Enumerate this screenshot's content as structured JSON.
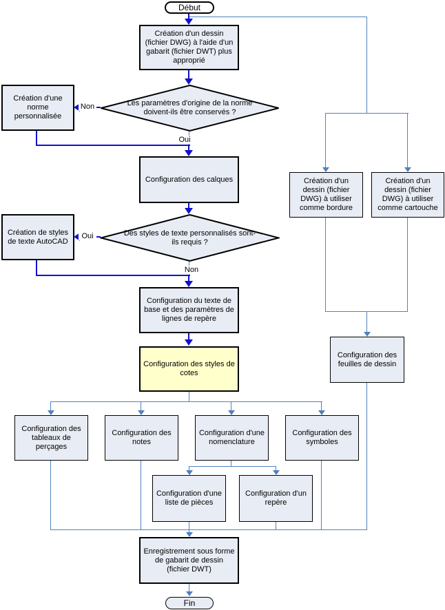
{
  "colors": {
    "main_flow": "#1111cc",
    "secondary_flow": "#4f81bd",
    "node_fill": "#e8ecf4",
    "highlight_fill": "#ffffcc"
  },
  "nodes": {
    "start": "Début",
    "create_drawing": "Création d'un dessin (fichier DWG) à l'aide d'un gabarit (fichier DWT) plus approprié",
    "keep_standard_decision": "Les paramètres d'origine de la norme doivent-ils être conservés ?",
    "custom_standard": "Création d'une norme personnalisée",
    "layers": "Configuration des calques",
    "text_styles_decision": "Des styles de texte personnalisés sont-ils requis ?",
    "autocad_text_styles": "Création de styles de texte AutoCAD",
    "base_text": "Configuration du texte de base et des paramètres de lignes de repère",
    "dimension_styles": "Configuration des styles de cotes",
    "hole_tables": "Configuration des tableaux de perçages",
    "notes": "Configuration des notes",
    "bom": "Configuration d'une nomenclature",
    "symbols": "Configuration des symboles",
    "parts_list": "Configuration d'une liste de pièces",
    "balloon": "Configuration d'un repère",
    "border_drawing": "Création d'un dessin (fichier DWG) à utiliser comme bordure",
    "titleblock_drawing": "Création d'un dessin (fichier DWG) à utiliser comme cartouche",
    "sheets": "Configuration des feuilles de dessin",
    "save_template": "Enregistrement sous forme de gabarit de dessin (fichier DWT)",
    "end": "Fin"
  },
  "edge_labels": {
    "yes": "Oui",
    "no": "Non"
  }
}
